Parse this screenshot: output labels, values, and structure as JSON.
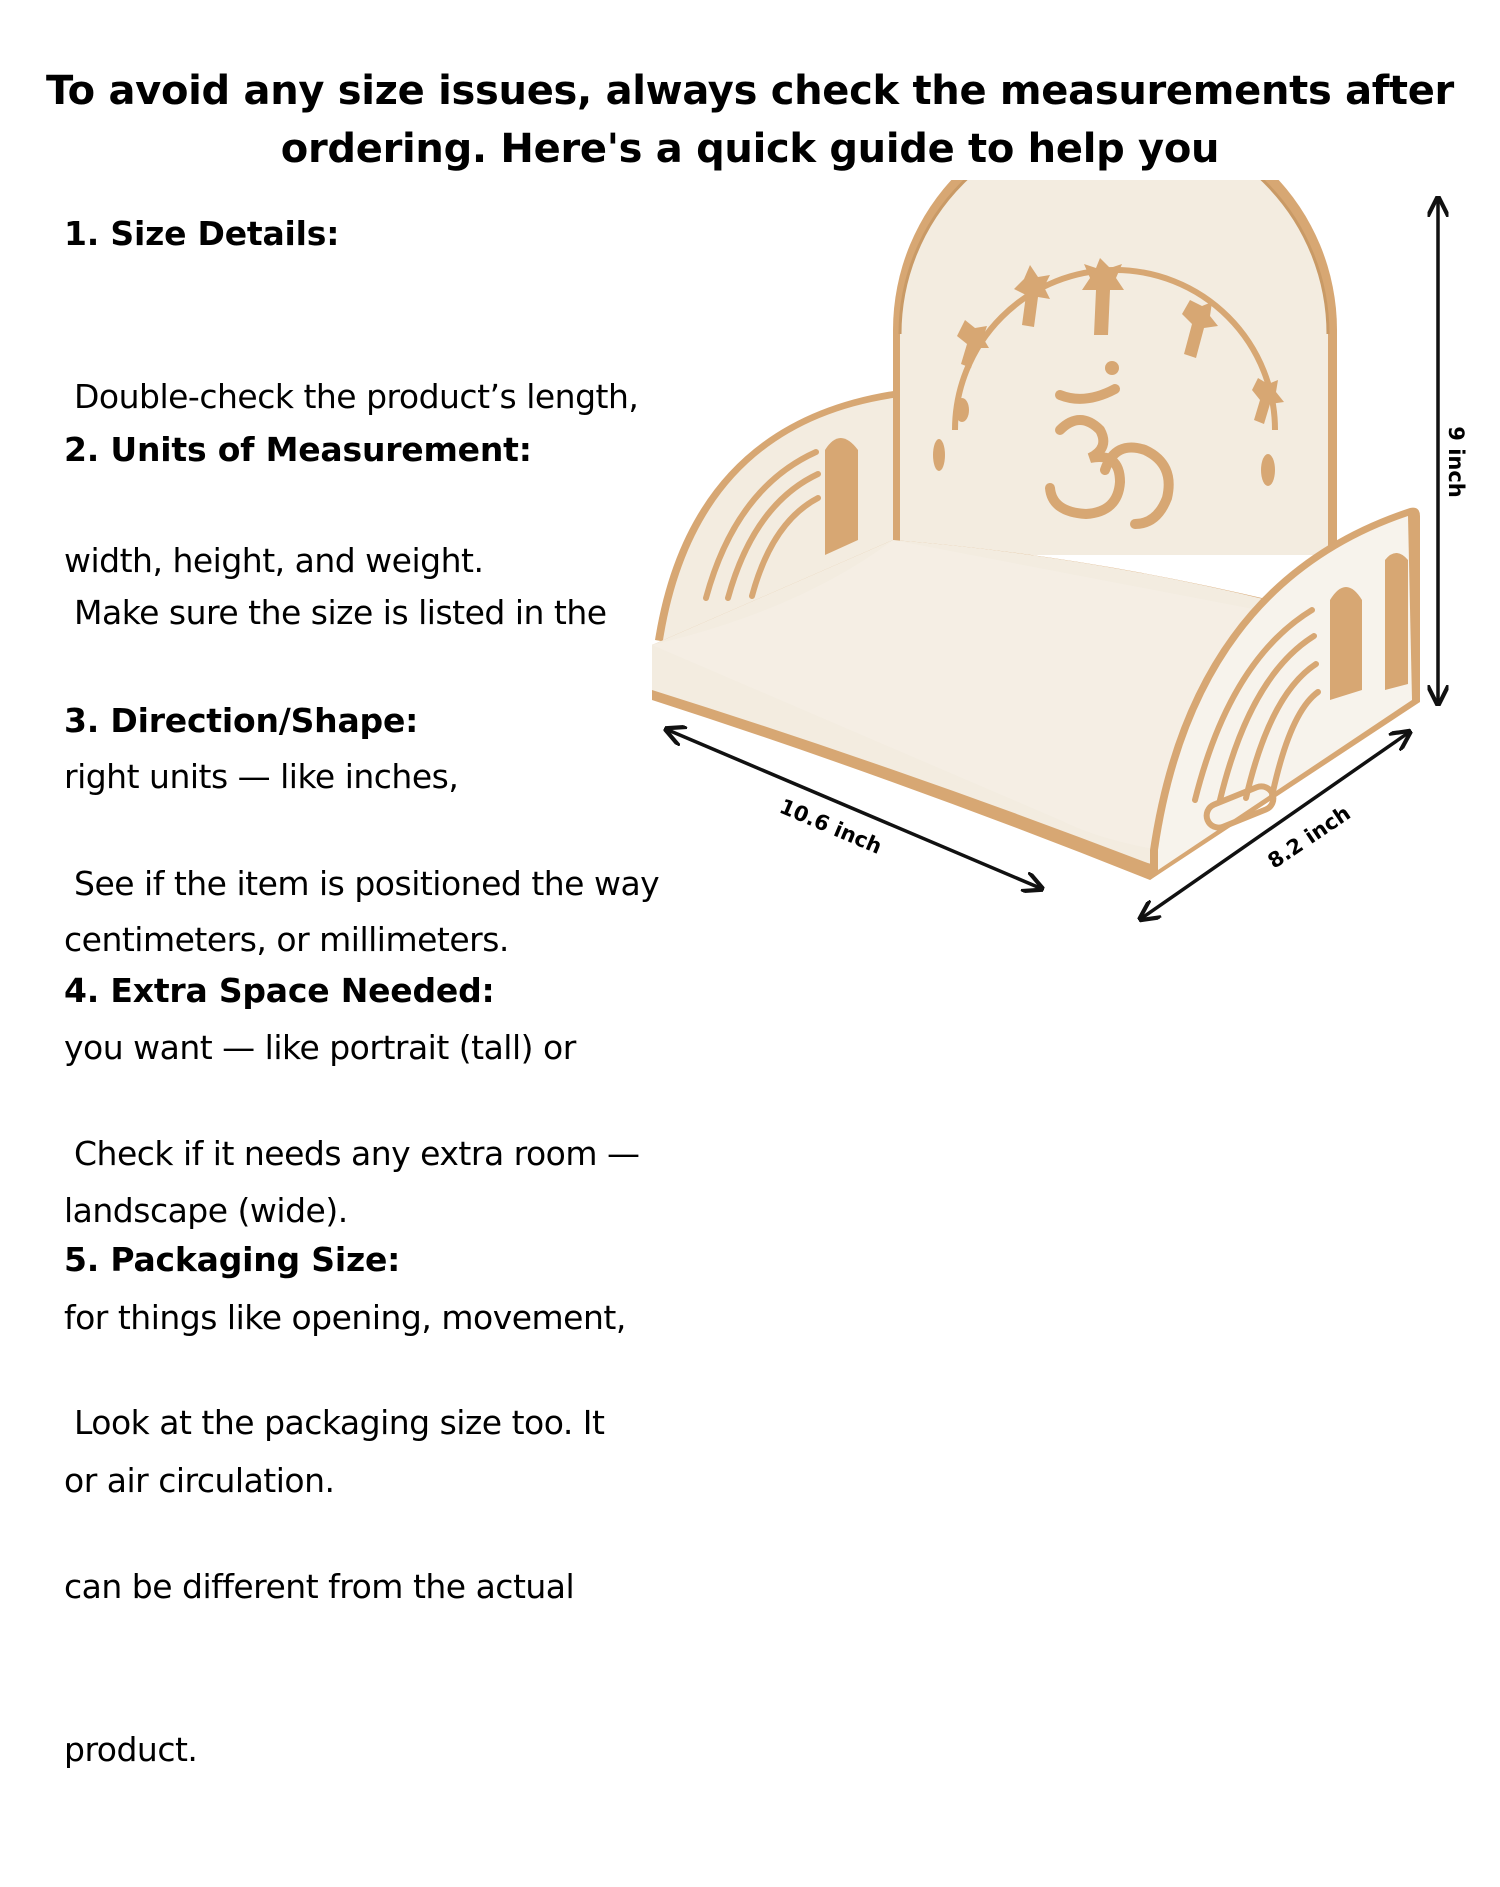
{
  "headline": {
    "line1": "To avoid any size issues, always check the measurements after",
    "line2": "ordering. Here's a quick guide to help you"
  },
  "guide": [
    {
      "title": "1. Size Details:",
      "lines": [
        " Double-check the product’s length,",
        "width, height, and weight."
      ]
    },
    {
      "title": "2. Units of Measurement:",
      "lines": [
        " Make sure the size is listed in the",
        "right units — like inches,",
        "centimeters, or millimeters."
      ]
    },
    {
      "title": "3. Direction/Shape:",
      "lines": [
        " See if the item is positioned the way",
        "you want — like portrait (tall) or",
        "landscape (wide)."
      ]
    },
    {
      "title": "4. Extra Space Needed:",
      "lines": [
        " Check if it needs any extra room —",
        "for things like opening, movement,",
        "or air circulation."
      ]
    },
    {
      "title": "5. Packaging Size:",
      "lines": [
        " Look at the packaging size too. It",
        "can be different from the actual",
        "product."
      ]
    }
  ],
  "dimensions": {
    "height": "9 inch",
    "length": "10.6 inch",
    "depth": "8.2 inch"
  },
  "colors": {
    "wood_face": "#f3ece0",
    "wood_edge": "#d7a773",
    "wood_shadow": "#e6dccb",
    "arrow": "#111111"
  }
}
